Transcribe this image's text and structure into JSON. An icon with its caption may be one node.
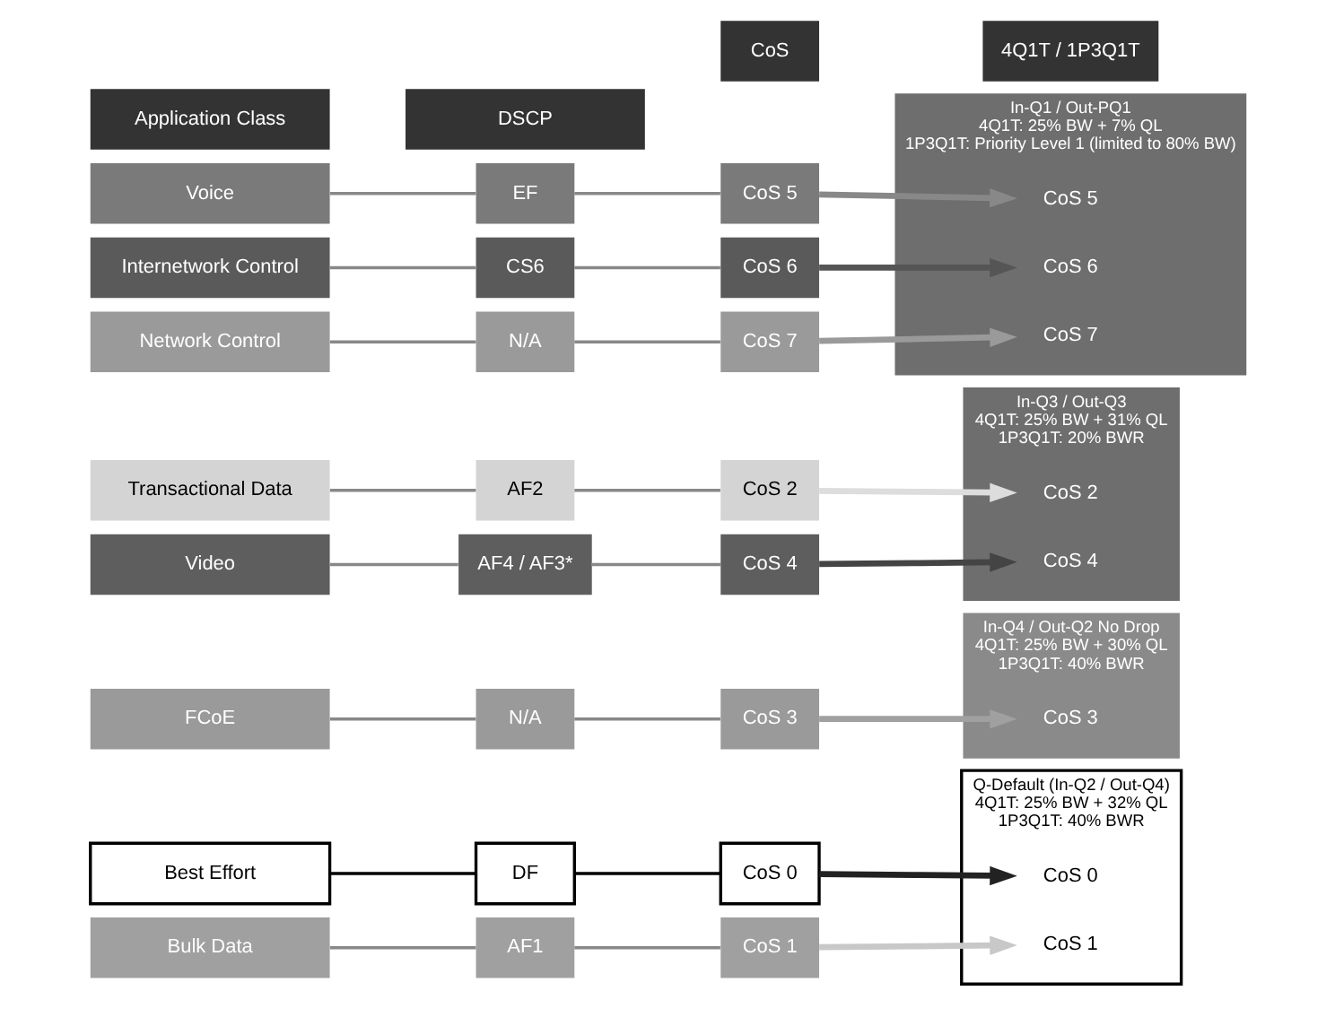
{
  "diagram": {
    "nodes": [
      {
        "text": [
          "Application Class"
        ]
      },
      {
        "text": [
          "DSCP"
        ]
      },
      {
        "text": [
          "CoS"
        ]
      },
      {
        "text": [
          "4Q1T / 1P3Q1T"
        ]
      },
      {
        "text": [
          "Network Control"
        ]
      },
      {
        "text": [
          "N/A"
        ]
      },
      {
        "text": [
          "CoS 7"
        ]
      },
      {
        "text": [
          "Internetwork Control"
        ]
      },
      {
        "text": [
          "CS6"
        ]
      },
      {
        "text": [
          "CoS 6"
        ]
      },
      {
        "text": [
          "Voice"
        ]
      },
      {
        "text": [
          "EF"
        ]
      },
      {
        "text": [
          "CoS 5"
        ]
      },
      {
        "text": [
          "Video"
        ]
      },
      {
        "text": [
          "AF4 / AF3*"
        ]
      },
      {
        "text": [
          "CoS 4"
        ]
      },
      {
        "text": [
          "FCoE"
        ]
      },
      {
        "text": [
          "N/A"
        ]
      },
      {
        "text": [
          "CoS 3"
        ]
      },
      {
        "text": [
          "Transactional Data"
        ]
      },
      {
        "text": [
          "AF2"
        ]
      },
      {
        "text": [
          "CoS 2"
        ]
      },
      {
        "text": [
          "Bulk Data"
        ]
      },
      {
        "text": [
          "AF1"
        ]
      },
      {
        "text": [
          "CoS 1"
        ]
      },
      {
        "text": [
          "Best Effort"
        ]
      },
      {
        "text": [
          "DF"
        ]
      },
      {
        "text": [
          "CoS 0"
        ]
      },
      {
        "text": [
          "In-Q1 / Out-PQ1",
          "4Q1T: 25% BW + 7% QL",
          "1P3Q1T: Priority Level 1 (limited to 80% BW)"
        ]
      },
      {
        "text": [
          "CoS 7"
        ],
        "in": 28
      },
      {
        "text": [
          "CoS 6"
        ],
        "in": 28
      },
      {
        "text": [
          "CoS 5"
        ],
        "in": 28
      },
      {
        "text": [
          "In-Q3 / Out-Q3",
          "4Q1T: 25% BW + 31% QL",
          "1P3Q1T: 20% BWR"
        ]
      },
      {
        "text": [
          "CoS 4"
        ],
        "in": 32
      },
      {
        "text": [
          "CoS 2"
        ],
        "in": 32
      },
      {
        "text": [
          "In-Q4 / Out-Q2 No Drop",
          "4Q1T: 25% BW + 30% QL",
          "1P3Q1T: 40% BWR"
        ]
      },
      {
        "text": [
          "CoS 3"
        ],
        "in": 35
      },
      {
        "text": [
          "Q-Default (In-Q2 / Out-Q4)",
          "4Q1T: 25% BW + 32% QL",
          "1P3Q1T: 40% BWR"
        ]
      },
      {
        "text": [
          "CoS 1"
        ],
        "in": 37
      },
      {
        "text": [
          "CoS 0"
        ],
        "in": 37
      }
    ],
    "edges": [
      {
        "from": 4,
        "to": 5,
        "arrow": "none"
      },
      {
        "from": 5,
        "to": 6,
        "arrow": "none"
      },
      {
        "from": 7,
        "to": 8,
        "arrow": "none"
      },
      {
        "from": 8,
        "to": 9,
        "arrow": "none"
      },
      {
        "from": 10,
        "to": 11,
        "arrow": "none"
      },
      {
        "from": 11,
        "to": 12,
        "arrow": "none"
      },
      {
        "from": 13,
        "to": 14,
        "arrow": "none"
      },
      {
        "from": 14,
        "to": 15,
        "arrow": "none"
      },
      {
        "from": 16,
        "to": 17,
        "arrow": "none"
      },
      {
        "from": 17,
        "to": 18,
        "arrow": "none"
      },
      {
        "from": 19,
        "to": 20,
        "arrow": "none"
      },
      {
        "from": 20,
        "to": 21,
        "arrow": "none"
      },
      {
        "from": 22,
        "to": 23,
        "arrow": "none"
      },
      {
        "from": 23,
        "to": 24,
        "arrow": "none"
      },
      {
        "from": 25,
        "to": 26,
        "arrow": "none",
        "color": "#000000"
      },
      {
        "from": 26,
        "to": 27,
        "arrow": "none",
        "color": "#000000"
      },
      {
        "from": 6,
        "to": 29,
        "arrow": "to",
        "style": "thick",
        "color": "#9a9a9a"
      },
      {
        "from": 9,
        "to": 30,
        "arrow": "to",
        "style": "thick",
        "color": "#555555"
      },
      {
        "from": 12,
        "to": 31,
        "arrow": "to",
        "style": "thick",
        "color": "#888888"
      },
      {
        "from": 15,
        "to": 33,
        "arrow": "to",
        "style": "thick",
        "color": "#444444"
      },
      {
        "from": 21,
        "to": 34,
        "arrow": "to",
        "style": "thick",
        "color": "#dddddd"
      },
      {
        "from": 18,
        "to": 36,
        "arrow": "to",
        "style": "thick",
        "color": "#a0a0a0"
      },
      {
        "from": 24,
        "to": 38,
        "arrow": "to",
        "style": "thick",
        "color": "#c8c8c8"
      },
      {
        "from": 27,
        "to": 39,
        "arrow": "to",
        "style": "thick",
        "color": "#222222"
      }
    ]
  }
}
